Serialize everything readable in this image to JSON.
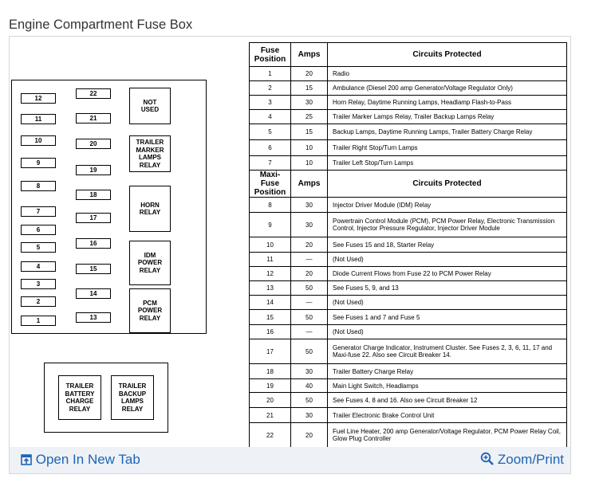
{
  "page": {
    "title": "Engine Compartment Fuse Box"
  },
  "footer": {
    "open_tab": "Open In New Tab",
    "zoom_print": "Zoom/Print"
  },
  "diagram": {
    "fuses": [
      {
        "label": "12",
        "col": 0,
        "row": 0
      },
      {
        "label": "11",
        "col": 0,
        "row": 1
      },
      {
        "label": "10",
        "col": 0,
        "row": 2
      },
      {
        "label": "9",
        "col": 0,
        "row": 3
      },
      {
        "label": "8",
        "col": 0,
        "row": 4
      },
      {
        "label": "7",
        "col": 0,
        "row": 5
      },
      {
        "label": "6",
        "col": 0,
        "row": 6
      },
      {
        "label": "5",
        "col": 0,
        "row": 7
      },
      {
        "label": "4",
        "col": 0,
        "row": 8
      },
      {
        "label": "3",
        "col": 0,
        "row": 9
      },
      {
        "label": "2",
        "col": 0,
        "row": 10
      },
      {
        "label": "1",
        "col": 0,
        "row": 11
      },
      {
        "label": "22",
        "col": 1,
        "row": 0
      },
      {
        "label": "21",
        "col": 1,
        "row": 1
      },
      {
        "label": "20",
        "col": 1,
        "row": 2
      },
      {
        "label": "19",
        "col": 1,
        "row": 3
      },
      {
        "label": "18",
        "col": 1,
        "row": 4
      },
      {
        "label": "17",
        "col": 1,
        "row": 5
      },
      {
        "label": "16",
        "col": 1,
        "row": 6
      },
      {
        "label": "15",
        "col": 1,
        "row": 7
      },
      {
        "label": "14",
        "col": 1,
        "row": 8
      },
      {
        "label": "13",
        "col": 1,
        "row": 9
      }
    ],
    "relays": [
      "NOT\nUSED",
      "TRAILER\nMARKER\nLAMPS\nRELAY",
      "HORN\nRELAY",
      "IDM\nPOWER\nRELAY",
      "PCM\nPOWER\nRELAY"
    ],
    "lower_relays": [
      "TRAILER\nBATTERY\nCHARGE\nRELAY",
      "TRAILER\nBACKUP\nLAMPS\nRELAY"
    ]
  },
  "fuse_table": {
    "headers": [
      "Fuse\nPosition",
      "Amps",
      "Circuits Protected"
    ],
    "maxi_headers": [
      "Maxi-Fuse\nPosition",
      "Amps",
      "Circuits Protected"
    ],
    "fuse_rows": [
      [
        "1",
        "20",
        "Radio"
      ],
      [
        "2",
        "15",
        "Ambulance (Diesel 200 amp Generator/Voltage Regulator Only)"
      ],
      [
        "3",
        "30",
        "Horn Relay, Daytime Running Lamps, Headlamp Flash-to-Pass"
      ],
      [
        "4",
        "25",
        "Trailer Marker Lamps Relay, Trailer Backup Lamps Relay"
      ],
      [
        "5",
        "15",
        "Backup Lamps, Daytime Running Lamps, Trailer Battery Charge Relay"
      ],
      [
        "6",
        "10",
        "Trailer Right Stop/Turn Lamps"
      ],
      [
        "7",
        "10",
        "Trailer Left Stop/Turn Lamps"
      ]
    ],
    "maxi_rows": [
      [
        "8",
        "30",
        "Injector Driver Module (IDM) Relay"
      ],
      [
        "9",
        "30",
        "Powertrain Control Module (PCM), PCM Power Relay, Electronic Transmission Control, Injector Pressure Regulator, Injector Driver Module"
      ],
      [
        "10",
        "20",
        "See Fuses 15 and 18, Starter Relay"
      ],
      [
        "11",
        "—",
        "(Not Used)"
      ],
      [
        "12",
        "20",
        "Diode Current Flows from Fuse 22 to PCM Power Relay"
      ],
      [
        "13",
        "50",
        "See Fuses 5, 9, and 13"
      ],
      [
        "14",
        "—",
        "(Not Used)"
      ],
      [
        "15",
        "50",
        "See Fuses 1 and 7 and Fuse 5"
      ],
      [
        "16",
        "—",
        "(Not Used)"
      ],
      [
        "17",
        "50",
        "Generator Charge Indicator, Instrument Cluster. See Fuses 2, 3, 6, 11, 17 and Maxi-fuse 22. Also see Circuit Breaker 14."
      ],
      [
        "18",
        "30",
        "Trailer Battery Charge Relay"
      ],
      [
        "19",
        "40",
        "Main Light Switch, Headlamps"
      ],
      [
        "20",
        "50",
        "See Fuses 4, 8 and 16. Also see Circuit Breaker 12"
      ],
      [
        "21",
        "30",
        "Trailer Electronic Brake Control Unit"
      ],
      [
        "22",
        "20",
        "Fuel Line Heater, 200 amp Generator/Voltage Regulator, PCM Power Relay Coil, Glow Plug Controller"
      ]
    ]
  }
}
